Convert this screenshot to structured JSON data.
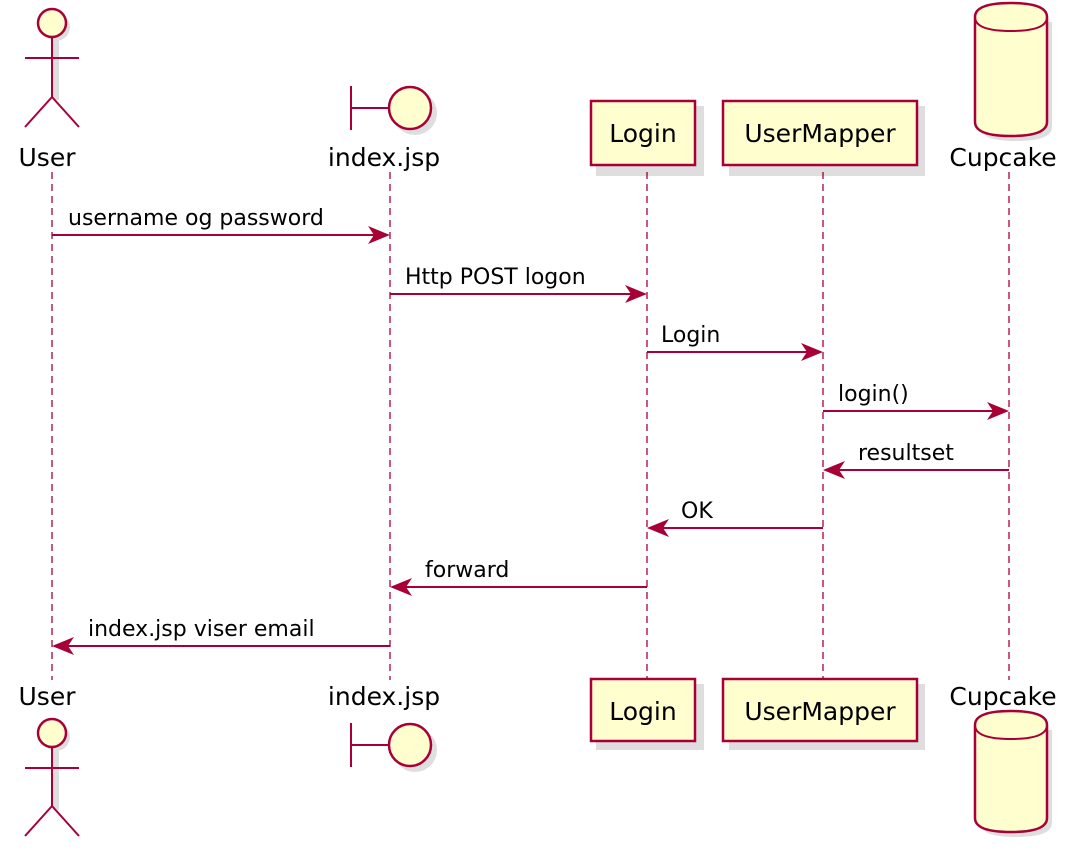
{
  "colors": {
    "line": "#a80036",
    "fill": "#fefece",
    "background": "#ffffff"
  },
  "participants": [
    {
      "id": "user",
      "label": "User",
      "kind": "actor-icon"
    },
    {
      "id": "index",
      "label": "index.jsp",
      "kind": "boundary-icon"
    },
    {
      "id": "login",
      "label": "Login",
      "kind": "participant-box"
    },
    {
      "id": "usermapper",
      "label": "UserMapper",
      "kind": "participant-box"
    },
    {
      "id": "cupcake",
      "label": "Cupcake",
      "kind": "database-icon"
    }
  ],
  "messages": [
    {
      "from": "user",
      "to": "index",
      "label": "username og password"
    },
    {
      "from": "index",
      "to": "login",
      "label": "Http POST logon"
    },
    {
      "from": "login",
      "to": "usermapper",
      "label": "Login"
    },
    {
      "from": "usermapper",
      "to": "cupcake",
      "label": "login()"
    },
    {
      "from": "cupcake",
      "to": "usermapper",
      "label": "resultset"
    },
    {
      "from": "usermapper",
      "to": "login",
      "label": "OK"
    },
    {
      "from": "login",
      "to": "index",
      "label": "forward"
    },
    {
      "from": "index",
      "to": "user",
      "label": "index.jsp viser email"
    }
  ]
}
